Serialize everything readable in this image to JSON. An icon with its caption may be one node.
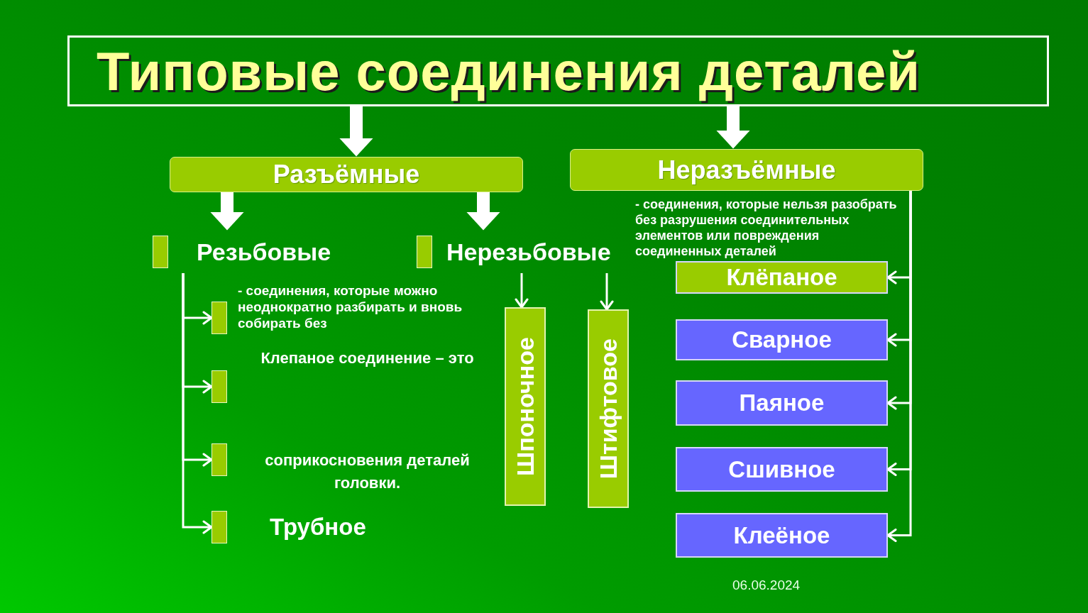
{
  "diagram": {
    "nodes": [
      {
        "text": [
          "Типовые соединения деталей"
        ]
      },
      {
        "text": [
          "Разъёмные"
        ]
      },
      {
        "text": [
          "Неразъёмные"
        ]
      },
      {
        "text": [
          "Резьбовые"
        ]
      },
      {
        "text": [
          "Нерезьбовые"
        ]
      },
      {
        "text": [],
        "shape": "box"
      },
      {
        "text": [],
        "shape": "box"
      },
      {
        "text": [],
        "shape": "box"
      },
      {
        "text": [
          "Трубное"
        ]
      },
      {
        "text": [
          "Шпоночное"
        ]
      },
      {
        "text": [
          "Штифтовое"
        ]
      },
      {
        "text": [
          "Клёпаное"
        ]
      },
      {
        "text": [
          "Сварное"
        ]
      },
      {
        "text": [
          "Паяное"
        ]
      },
      {
        "text": [
          "Сшивное"
        ]
      },
      {
        "text": [
          "Клеёное"
        ]
      }
    ],
    "edges": [
      {
        "from": 0,
        "to": 1,
        "arrow": "to",
        "style": "thick"
      },
      {
        "from": 0,
        "to": 2,
        "arrow": "to",
        "style": "thick"
      },
      {
        "from": 1,
        "to": 3,
        "arrow": "to",
        "style": "thick"
      },
      {
        "from": 1,
        "to": 4,
        "arrow": "to",
        "style": "thick"
      },
      {
        "from": 3,
        "to": 5,
        "arrow": "to"
      },
      {
        "from": 3,
        "to": 6,
        "arrow": "to"
      },
      {
        "from": 3,
        "to": 7,
        "arrow": "to"
      },
      {
        "from": 3,
        "to": 8,
        "arrow": "to"
      },
      {
        "from": 4,
        "to": 9,
        "arrow": "to"
      },
      {
        "from": 4,
        "to": 10,
        "arrow": "to"
      },
      {
        "from": 2,
        "to": 11,
        "arrow": "to"
      },
      {
        "from": 2,
        "to": 12,
        "arrow": "to"
      },
      {
        "from": 2,
        "to": 13,
        "arrow": "to"
      },
      {
        "from": 2,
        "to": 14,
        "arrow": "to"
      },
      {
        "from": 2,
        "to": 15,
        "arrow": "to"
      }
    ],
    "labels": [
      "- соединения, которые можно неоднократно разбирать и вновь собирать без",
      "- соединения, которые нельзя разобрать без разрушения соединительных элементов или повреждения соединенных деталей",
      "Клепаное соединение – это",
      "соприкосновения деталей",
      "головки.",
      "06.06.2024"
    ]
  }
}
